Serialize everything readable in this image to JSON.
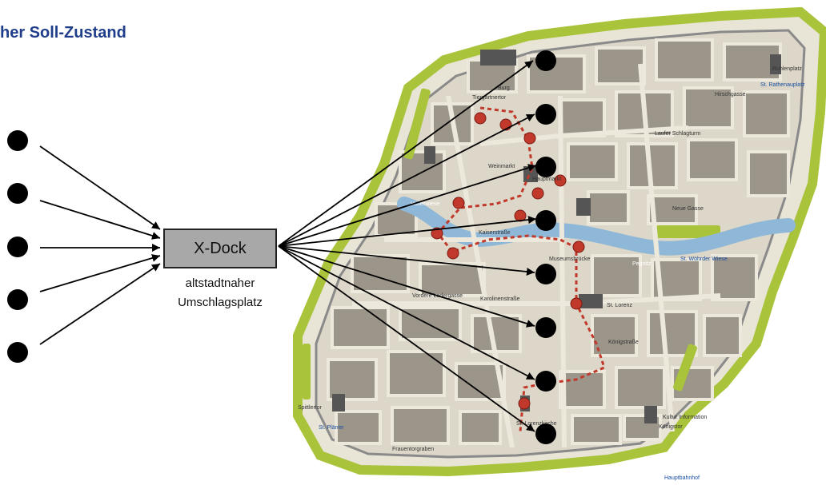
{
  "title": "her Soll-Zustand",
  "xdock": {
    "label": "X-Dock",
    "caption_line1": "altstadtnaher",
    "caption_line2": "Umschlagsplatz"
  },
  "colors": {
    "title": "#1f3d8a",
    "map_wall": "#a9c43a",
    "map_block": "#9b958a",
    "street": "#ece8dc",
    "river": "#8fb8d8",
    "tour_route": "#c0392b",
    "node": "#000000",
    "xdock_fill": "#a8a8a8"
  },
  "map_labels": [
    "Ruhlenplatz",
    "St. Rathenauplatz",
    "Hirschgasse",
    "Laufer Schlagturm",
    "Neue Gasse",
    "St. Wöhrder Wiese",
    "Pegnitz",
    "Hallerwiese",
    "St. Plärrer",
    "Frauentorgraben",
    "Königstor",
    "Kultur Information",
    "Hauptbahnhof",
    "Vordere Ledergasse",
    "Karolinenstraße",
    "Kaiserstraße",
    "Museumsbrücke",
    "Hauptmarkt",
    "Weinmarkt",
    "Burg",
    "Tiergärtnertor",
    "St. Lorenz",
    "Königstraße",
    "Spittlertor",
    "St. Lorenzkirche"
  ],
  "diagram": {
    "sources": 5,
    "targets": 8,
    "description_nodes": "five inbound sources, one X-Dock, eight destinations on the old-town map"
  }
}
